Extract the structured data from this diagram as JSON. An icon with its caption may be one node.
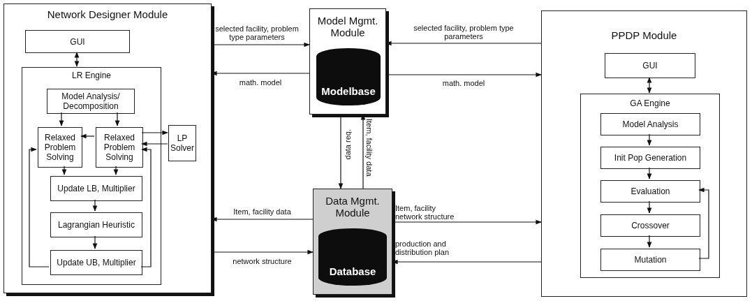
{
  "diagram": {
    "nodes": [
      {
        "text": [
          "Network Designer Module"
        ]
      },
      {
        "text": [
          "GUI"
        ],
        "in": 0
      },
      {
        "text": [
          "LR Engine"
        ],
        "in": 0
      },
      {
        "text": [
          "Model Analysis/ Decomposition"
        ],
        "in": 2
      },
      {
        "text": [
          "Relaxed Problem Solving"
        ],
        "in": 2
      },
      {
        "text": [
          "Relaxed Problem Solving"
        ],
        "in": 2
      },
      {
        "text": [
          "LP Solver"
        ],
        "in": 0
      },
      {
        "text": [
          "Update LB, Multiplier"
        ],
        "in": 2
      },
      {
        "text": [
          "Lagrangian Heuristic"
        ],
        "in": 2
      },
      {
        "text": [
          "Update UB, Multiplier"
        ],
        "in": 2
      },
      {
        "text": [
          "Model Mgmt. Module"
        ]
      },
      {
        "text": [
          "Modelbase"
        ],
        "in": 10
      },
      {
        "text": [
          "Data Mgmt. Module"
        ]
      },
      {
        "text": [
          "Database"
        ],
        "in": 12
      },
      {
        "text": [
          "PPDP Module"
        ]
      },
      {
        "text": [
          "GUI"
        ],
        "in": 14
      },
      {
        "text": [
          "GA Engine"
        ],
        "in": 14
      },
      {
        "text": [
          "Model Analysis"
        ],
        "in": 16
      },
      {
        "text": [
          "Init Pop Generation"
        ],
        "in": 16
      },
      {
        "text": [
          "Evaluation"
        ],
        "in": 16
      },
      {
        "text": [
          "Crossover"
        ],
        "in": 16
      },
      {
        "text": [
          "Mutation"
        ],
        "in": 16
      }
    ],
    "edges": [
      {
        "from": 1,
        "to": 2,
        "arrow": "both"
      },
      {
        "from": 3,
        "to": 4,
        "arrow": "to"
      },
      {
        "from": 3,
        "to": 5,
        "arrow": "to"
      },
      {
        "from": 5,
        "to": 4,
        "arrow": "to"
      },
      {
        "from": 5,
        "to": 6,
        "arrow": "to"
      },
      {
        "from": 6,
        "to": 5,
        "arrow": "to"
      },
      {
        "from": 4,
        "to": 7,
        "arrow": "to"
      },
      {
        "from": 5,
        "to": 7,
        "arrow": "to"
      },
      {
        "from": 7,
        "to": 8,
        "arrow": "to"
      },
      {
        "from": 8,
        "to": 9,
        "arrow": "to"
      },
      {
        "from": 9,
        "to": 4,
        "arrow": "to"
      },
      {
        "from": 9,
        "to": 5,
        "arrow": "to"
      },
      {
        "from": 0,
        "to": 10,
        "arrow": "to",
        "label": "selected facility, problem type parameters"
      },
      {
        "from": 10,
        "to": 0,
        "arrow": "to",
        "label": "math. model"
      },
      {
        "from": 14,
        "to": 10,
        "arrow": "to",
        "label": "selected facility, problem type parameters"
      },
      {
        "from": 10,
        "to": 14,
        "arrow": "to",
        "label": "math. model"
      },
      {
        "from": 10,
        "to": 12,
        "arrow": "to",
        "label": "data req."
      },
      {
        "from": 12,
        "to": 10,
        "arrow": "to",
        "label": "Item, facility data"
      },
      {
        "from": 12,
        "to": 0,
        "arrow": "to",
        "label": "Item, facility data"
      },
      {
        "from": 0,
        "to": 12,
        "arrow": "to",
        "label": "network structure"
      },
      {
        "from": 12,
        "to": 14,
        "arrow": "to",
        "label": "Item, facility network structure"
      },
      {
        "from": 14,
        "to": 12,
        "arrow": "to",
        "label": "production and distribution plan"
      },
      {
        "from": 15,
        "to": 16,
        "arrow": "both"
      },
      {
        "from": 17,
        "to": 18,
        "arrow": "to"
      },
      {
        "from": 18,
        "to": 19,
        "arrow": "to"
      },
      {
        "from": 19,
        "to": 20,
        "arrow": "to"
      },
      {
        "from": 20,
        "to": 21,
        "arrow": "to"
      },
      {
        "from": 21,
        "to": 19,
        "arrow": "to"
      }
    ]
  }
}
